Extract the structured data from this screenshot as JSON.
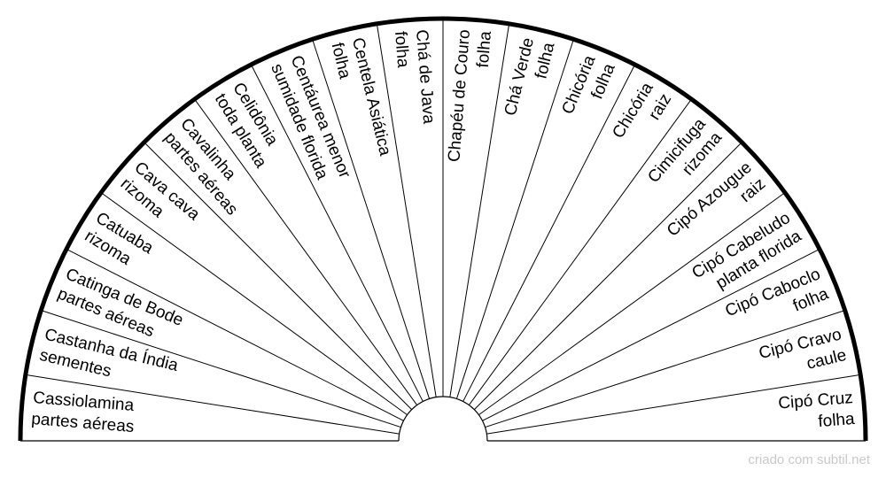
{
  "chart_data": {
    "type": "radial-fan",
    "sectors": [
      {
        "name": "Cassiolamina",
        "part": "partes aéreas"
      },
      {
        "name": "Castanha da Índia",
        "part": "sementes"
      },
      {
        "name": "Catinga de Bode",
        "part": "partes aéreas"
      },
      {
        "name": "Catuaba",
        "part": "rizoma"
      },
      {
        "name": "Cava cava",
        "part": "rizoma"
      },
      {
        "name": "Cavalinha",
        "part": "partes aéreas"
      },
      {
        "name": "Celidônia",
        "part": "toda planta"
      },
      {
        "name": "Centáurea menor",
        "part": "sumidade florida"
      },
      {
        "name": "Centela Asiática",
        "part": "folha"
      },
      {
        "name": "Chá de Java",
        "part": "folha"
      },
      {
        "name": "Chapéu de Couro",
        "part": "folha"
      },
      {
        "name": "Chá Verde",
        "part": "folha"
      },
      {
        "name": "Chicória",
        "part": "folha"
      },
      {
        "name": "Chicória",
        "part": "raiz"
      },
      {
        "name": "Cimicifuga",
        "part": "rizoma"
      },
      {
        "name": "Cipó Azougue",
        "part": "raiz"
      },
      {
        "name": "Cipó Cabeludo",
        "part": "planta florida"
      },
      {
        "name": "Cipó Caboclo",
        "part": "folha"
      },
      {
        "name": "Cipó Cravo",
        "part": "caule"
      },
      {
        "name": "Cipó Cruz",
        "part": "folha"
      }
    ]
  },
  "footer": {
    "credit": "criado com subtil.net"
  }
}
